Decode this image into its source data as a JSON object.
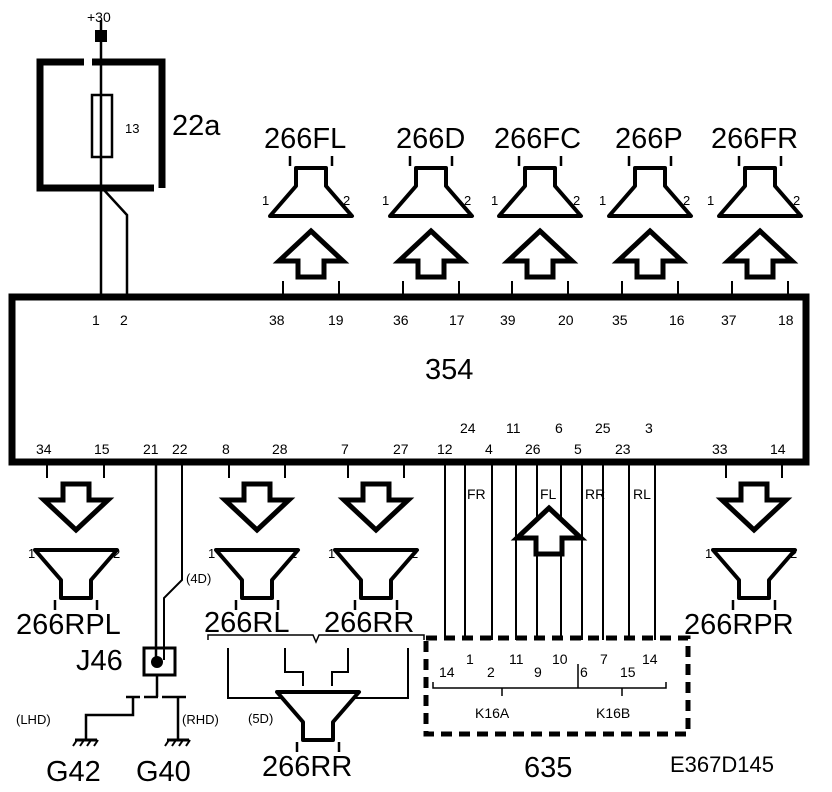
{
  "supply": {
    "label": "+30"
  },
  "fuse_box": {
    "id": "22a",
    "fuse": "13"
  },
  "module": {
    "id": "354"
  },
  "top_speakers": [
    {
      "id": "266FL",
      "pin_left": "38",
      "pin_right": "19"
    },
    {
      "id": "266D",
      "pin_left": "36",
      "pin_right": "17"
    },
    {
      "id": "266FC",
      "pin_left": "39",
      "pin_right": "20"
    },
    {
      "id": "266P",
      "pin_left": "35",
      "pin_right": "16"
    },
    {
      "id": "266FR",
      "pin_left": "37",
      "pin_right": "18"
    }
  ],
  "speaker_terminals": {
    "left": "1",
    "right": "2"
  },
  "supply_pins": {
    "p1": "1",
    "p2": "2"
  },
  "bottom_pins": {
    "p34": "34",
    "p15": "15",
    "p21": "21",
    "p22": "22",
    "p8": "8",
    "p28": "28",
    "p7": "7",
    "p27": "27",
    "p12": "12",
    "p24": "24",
    "p4": "4",
    "p11": "11",
    "p26": "26",
    "p6": "6",
    "p5": "5",
    "p25": "25",
    "p23": "23",
    "p3": "3",
    "p33": "33",
    "p14": "14"
  },
  "bus_labels": {
    "fr": "FR",
    "fl": "FL",
    "rr": "RR",
    "rl": "RL"
  },
  "bottom_speakers": {
    "rpl": "266RPL",
    "rl": "266RL",
    "rr": "266RR",
    "rr_5d": "266RR",
    "rpr": "266RPR"
  },
  "variant_labels": {
    "four_door": "(4D)",
    "five_door": "(5D)"
  },
  "connector": {
    "id": "J46"
  },
  "grounds": {
    "lhd_label": "(LHD)",
    "rhd_label": "(RHD)",
    "g42": "G42",
    "g40": "G40"
  },
  "amplifier": {
    "id": "635",
    "left_block": {
      "id": "K16A",
      "pins": [
        "14",
        "1",
        "2",
        "11",
        "9",
        "10"
      ]
    },
    "right_block": {
      "id": "K16B",
      "pins": [
        "6",
        "7",
        "15",
        "14"
      ]
    }
  },
  "reference": "E367D145"
}
